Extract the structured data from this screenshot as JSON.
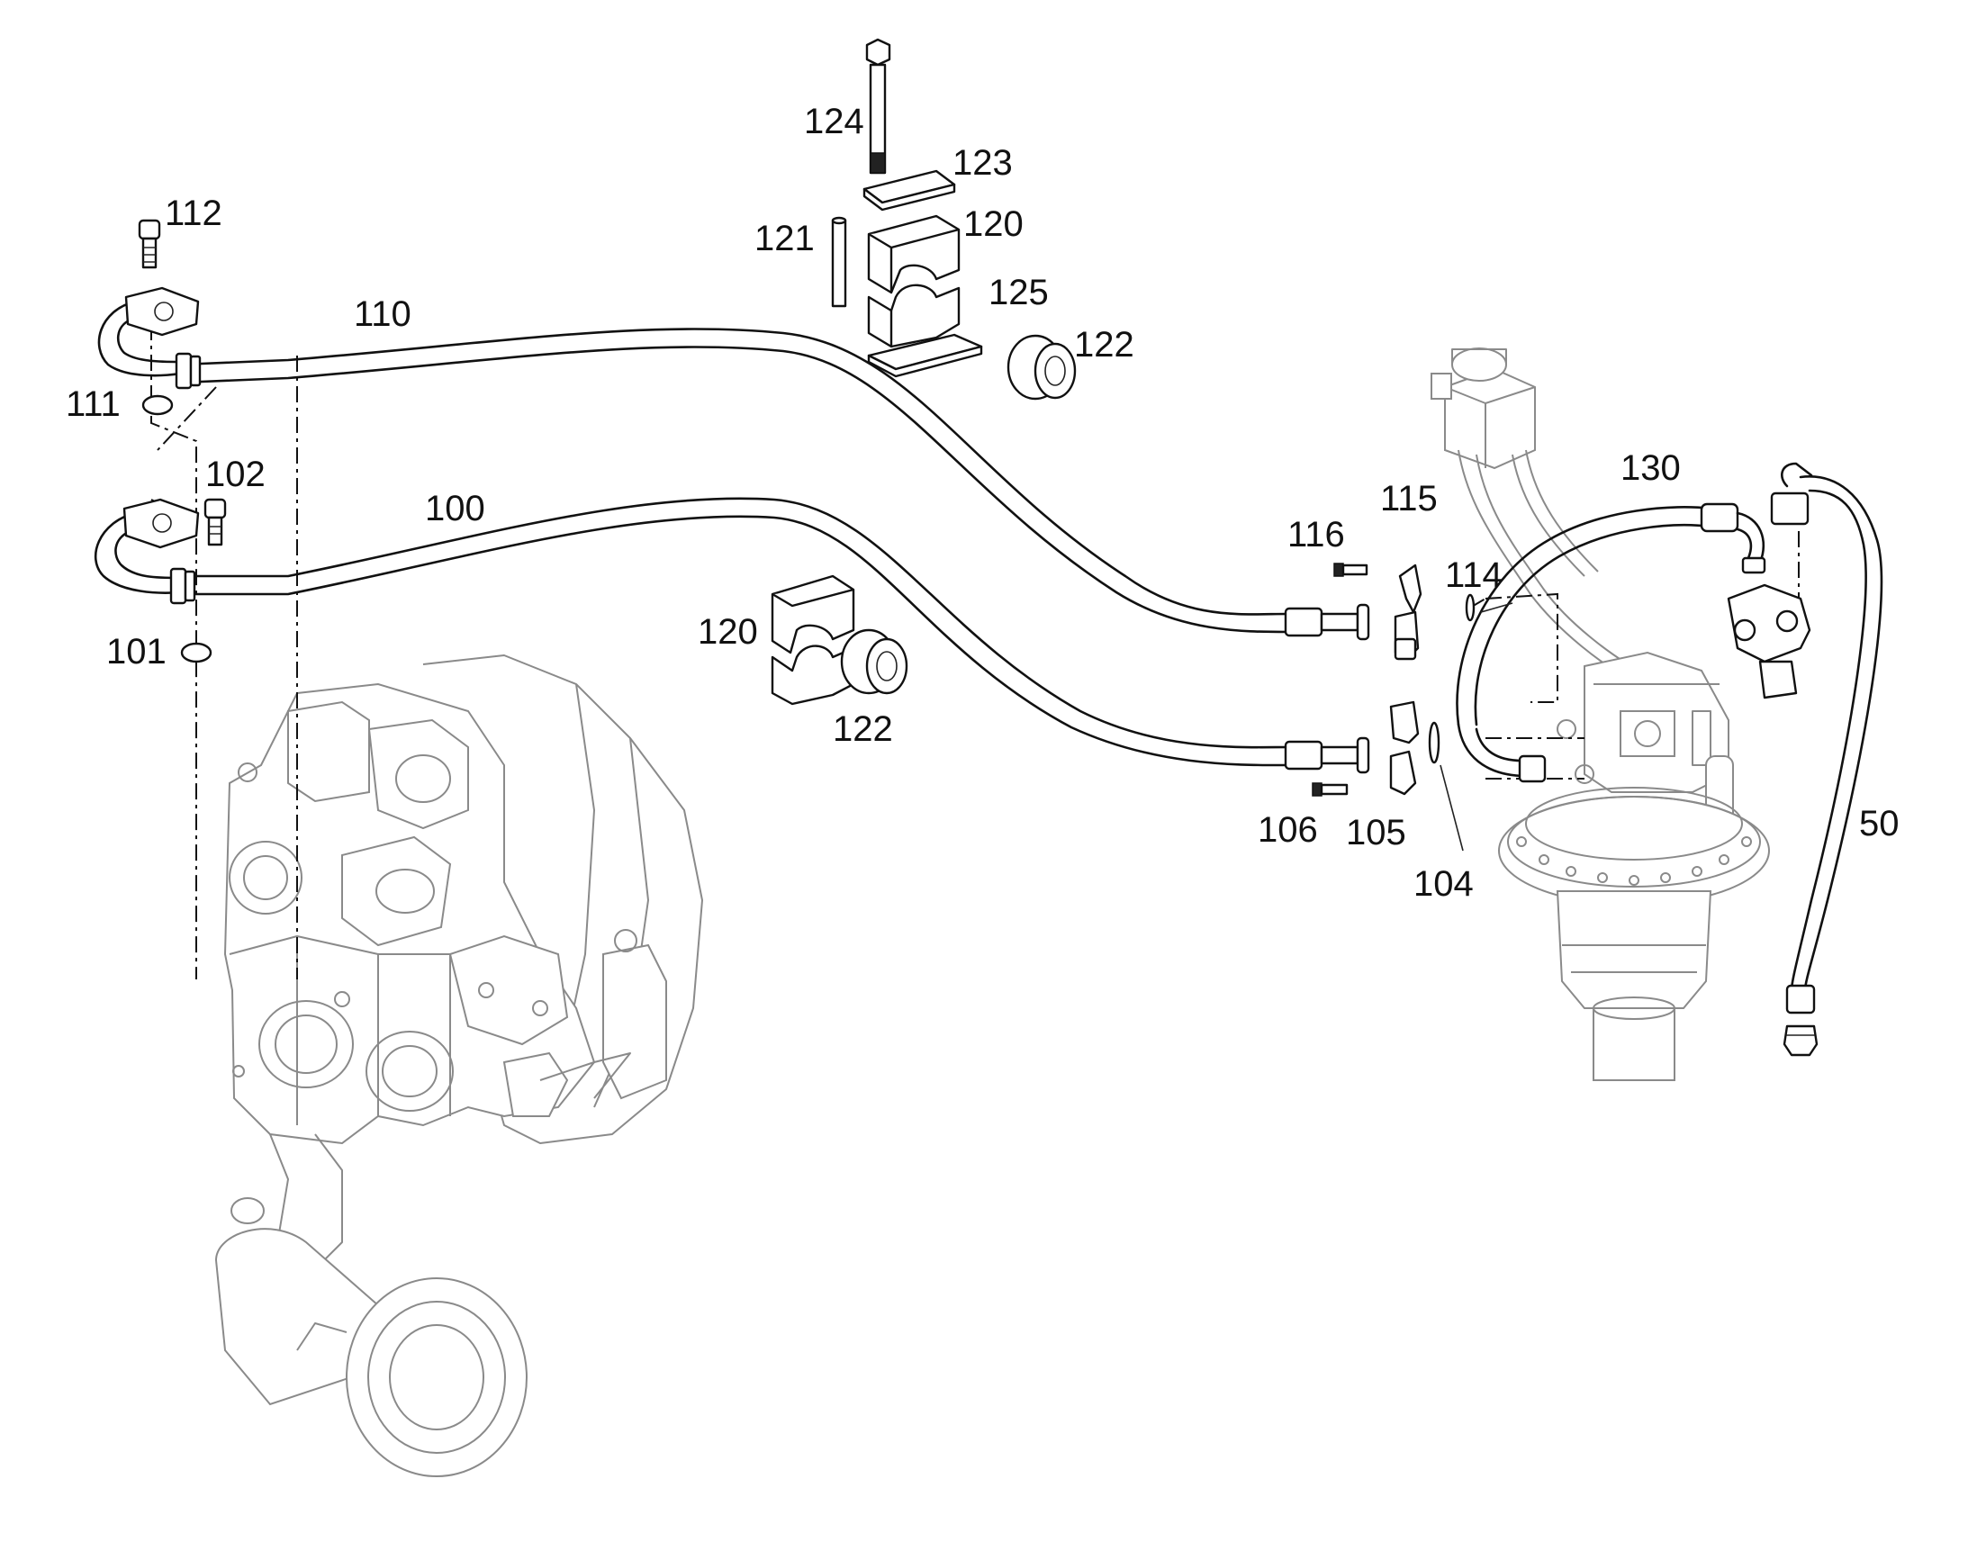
{
  "labels": {
    "l124": "124",
    "l123": "123",
    "l121": "121",
    "l120a": "120",
    "l125": "125",
    "l122a": "122",
    "l112": "112",
    "l110": "110",
    "l111": "111",
    "l102": "102",
    "l100": "100",
    "l101": "101",
    "l120b": "120",
    "l122b": "122",
    "l116": "116",
    "l115": "115",
    "l114": "114",
    "l130": "130",
    "l50": "50",
    "l106": "106",
    "l105": "105",
    "l104": "104"
  }
}
